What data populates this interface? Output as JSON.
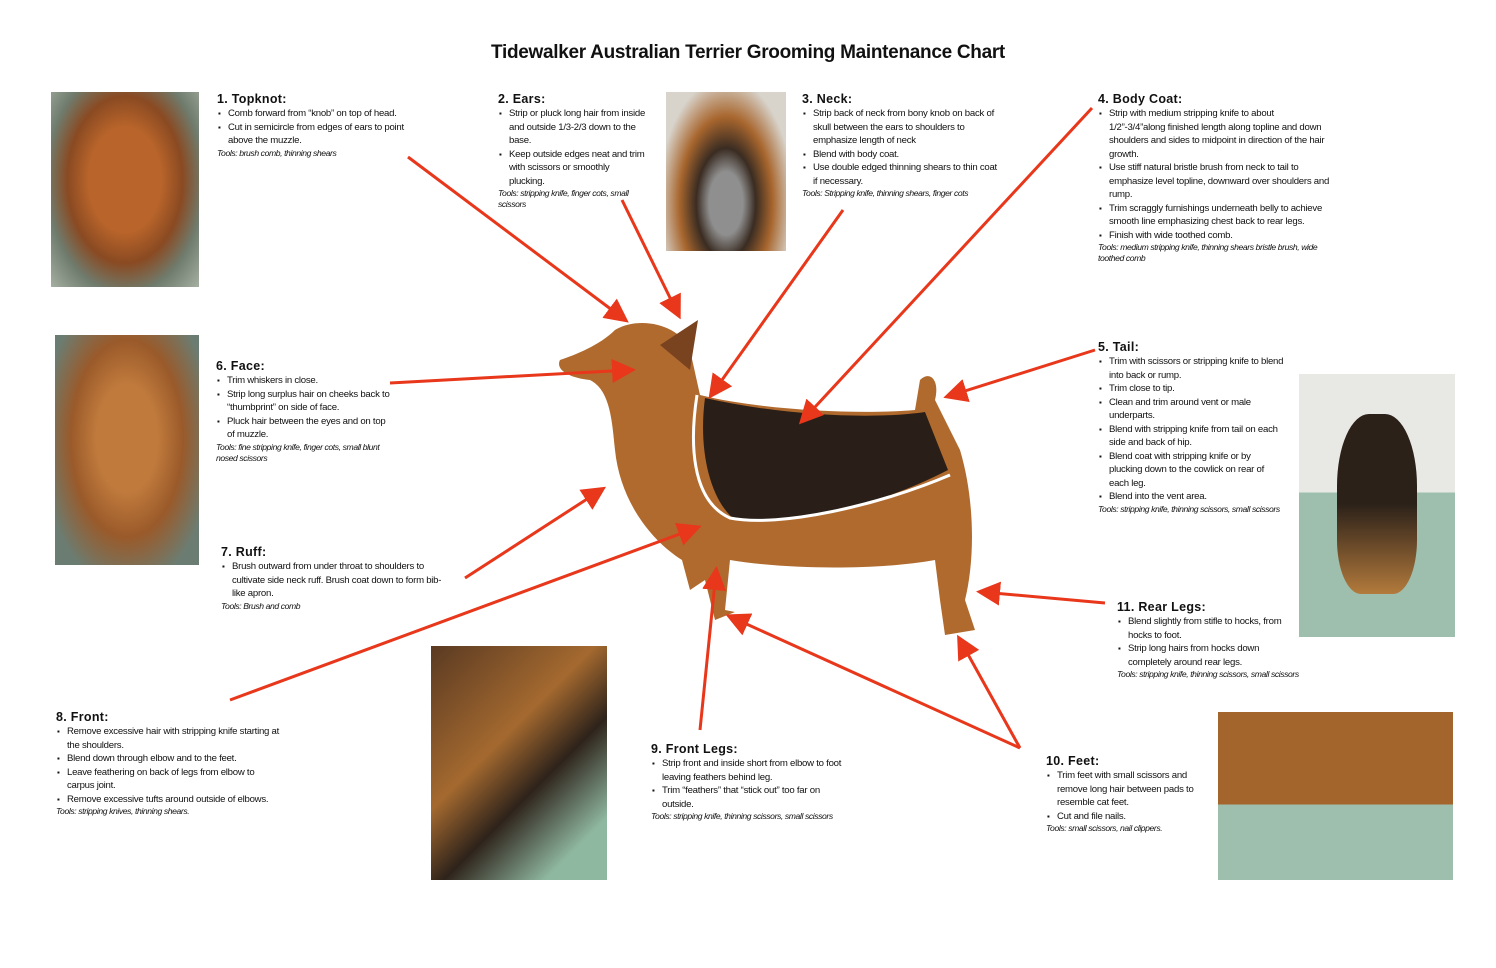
{
  "title": "Tidewalker Australian Terrier Grooming Maintenance Chart",
  "colors": {
    "arrow": "#e8371b",
    "coat_tan": "#b5692c",
    "coat_black": "#2a1f18",
    "outline": "#ffffff"
  },
  "sections": [
    {
      "heading": "1.  Topknot:",
      "bullets": [
        "Comb forward from “knob” on top of head.",
        "Cut in semicircle from edges of ears to point above the muzzle."
      ],
      "tools": "Tools: brush comb, thinning shears"
    },
    {
      "heading": "2. Ears:",
      "bullets": [
        "Strip or pluck long hair from inside and outside 1/3-2/3 down to the base.",
        "Keep outside edges neat and trim with scissors or smoothly plucking."
      ],
      "tools": "Tools: stripping knife, finger cots, small scissors"
    },
    {
      "heading": "3. Neck:",
      "bullets": [
        "Strip back of neck from bony knob on back of skull between the ears to shoulders to emphasize length of neck",
        "Blend with body coat.",
        "Use double edged thinning shears to thin coat if necessary."
      ],
      "tools": "Tools: Stripping knife, thinning shears, finger cots"
    },
    {
      "heading": "4. Body Coat:",
      "bullets": [
        "Strip with medium stripping knife to about 1/2”-3/4”along finished length along topline and down shoulders and sides to midpoint in direction of the hair growth.",
        "Use stiff natural bristle brush from neck to tail to emphasize level topline, downward over shoulders and rump.",
        "Trim scraggly furnishings underneath belly to achieve smooth line emphasizing chest back to rear legs.",
        "Finish with wide toothed comb."
      ],
      "tools": "Tools: medium stripping knife, thinning shears bristle brush, wide toothed comb"
    },
    {
      "heading": "5. Tail:",
      "bullets": [
        "Trim with scissors or stripping knife to blend into back or rump.",
        "Trim close to tip.",
        "Clean and trim around vent or male underparts.",
        "Blend with stripping knife from tail on each side and back of hip.",
        "Blend coat with stripping knife or by plucking down to the cowlick on rear of each leg.",
        "Blend into the vent area."
      ],
      "tools": "Tools: stripping knife, thinning scissors, small scissors"
    },
    {
      "heading": "6. Face:",
      "bullets": [
        "Trim whiskers in close.",
        "Strip long surplus hair on cheeks back to “thumbprint” on side of face.",
        "Pluck hair between the eyes and on top of muzzle."
      ],
      "tools": "Tools: fine stripping knife, finger cots, small blunt nosed scissors"
    },
    {
      "heading": "7. Ruff:",
      "bullets": [
        "Brush outward from under throat to shoulders to cultivate side neck ruff. Brush coat down to form bib-like apron."
      ],
      "tools": "Tools: Brush and comb"
    },
    {
      "heading": "8. Front:",
      "bullets": [
        "Remove excessive hair with stripping knife starting at the shoulders.",
        "Blend down through elbow and to the feet.",
        "Leave feathering on back of legs from elbow to carpus joint.",
        "Remove excessive tufts around outside of elbows."
      ],
      "tools": "Tools: stripping knives, thinning shears."
    },
    {
      "heading": "9. Front Legs:",
      "bullets": [
        "Strip front and inside short from elbow to foot leaving feathers behind leg.",
        "Trim “feathers” that “stick out” too far on outside."
      ],
      "tools": "Tools: stripping knife, thinning scissors, small scissors"
    },
    {
      "heading": "10. Feet:",
      "bullets": [
        "Trim feet with small scissors and remove long hair between pads to resemble cat feet.",
        "Cut and file nails."
      ],
      "tools": "Tools: small scissors, nail clippers."
    },
    {
      "heading": "11. Rear Legs:",
      "bullets": [
        "Blend slightly from stifle to hocks, from hocks to foot.",
        "Strip long hairs from hocks down completely around rear legs."
      ],
      "tools": "Tools: stripping knife, thinning scissors, small scissors"
    }
  ]
}
